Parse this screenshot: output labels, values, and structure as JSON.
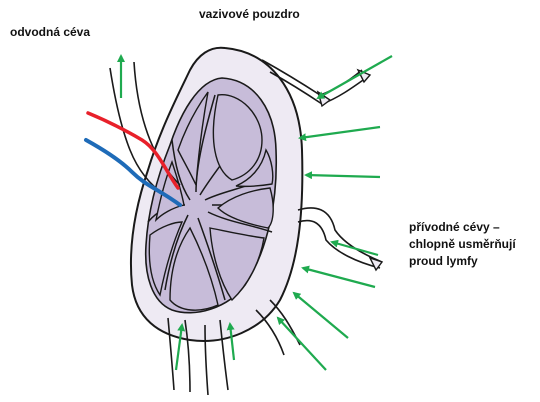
{
  "labels": {
    "capsule": "vazivové pouzdro",
    "efferent": "odvodná céva",
    "afferent_lines": [
      "přívodné cévy –",
      "chlopně usměrňují",
      "proud lymfy"
    ]
  },
  "colors": {
    "outline": "#1a1a1a",
    "capsule_fill": "#eeeaf3",
    "cortex_fill": "#c7bcd9",
    "arrow": "#1faa4f",
    "artery": "#e8202a",
    "vein": "#1e6bb8"
  }
}
